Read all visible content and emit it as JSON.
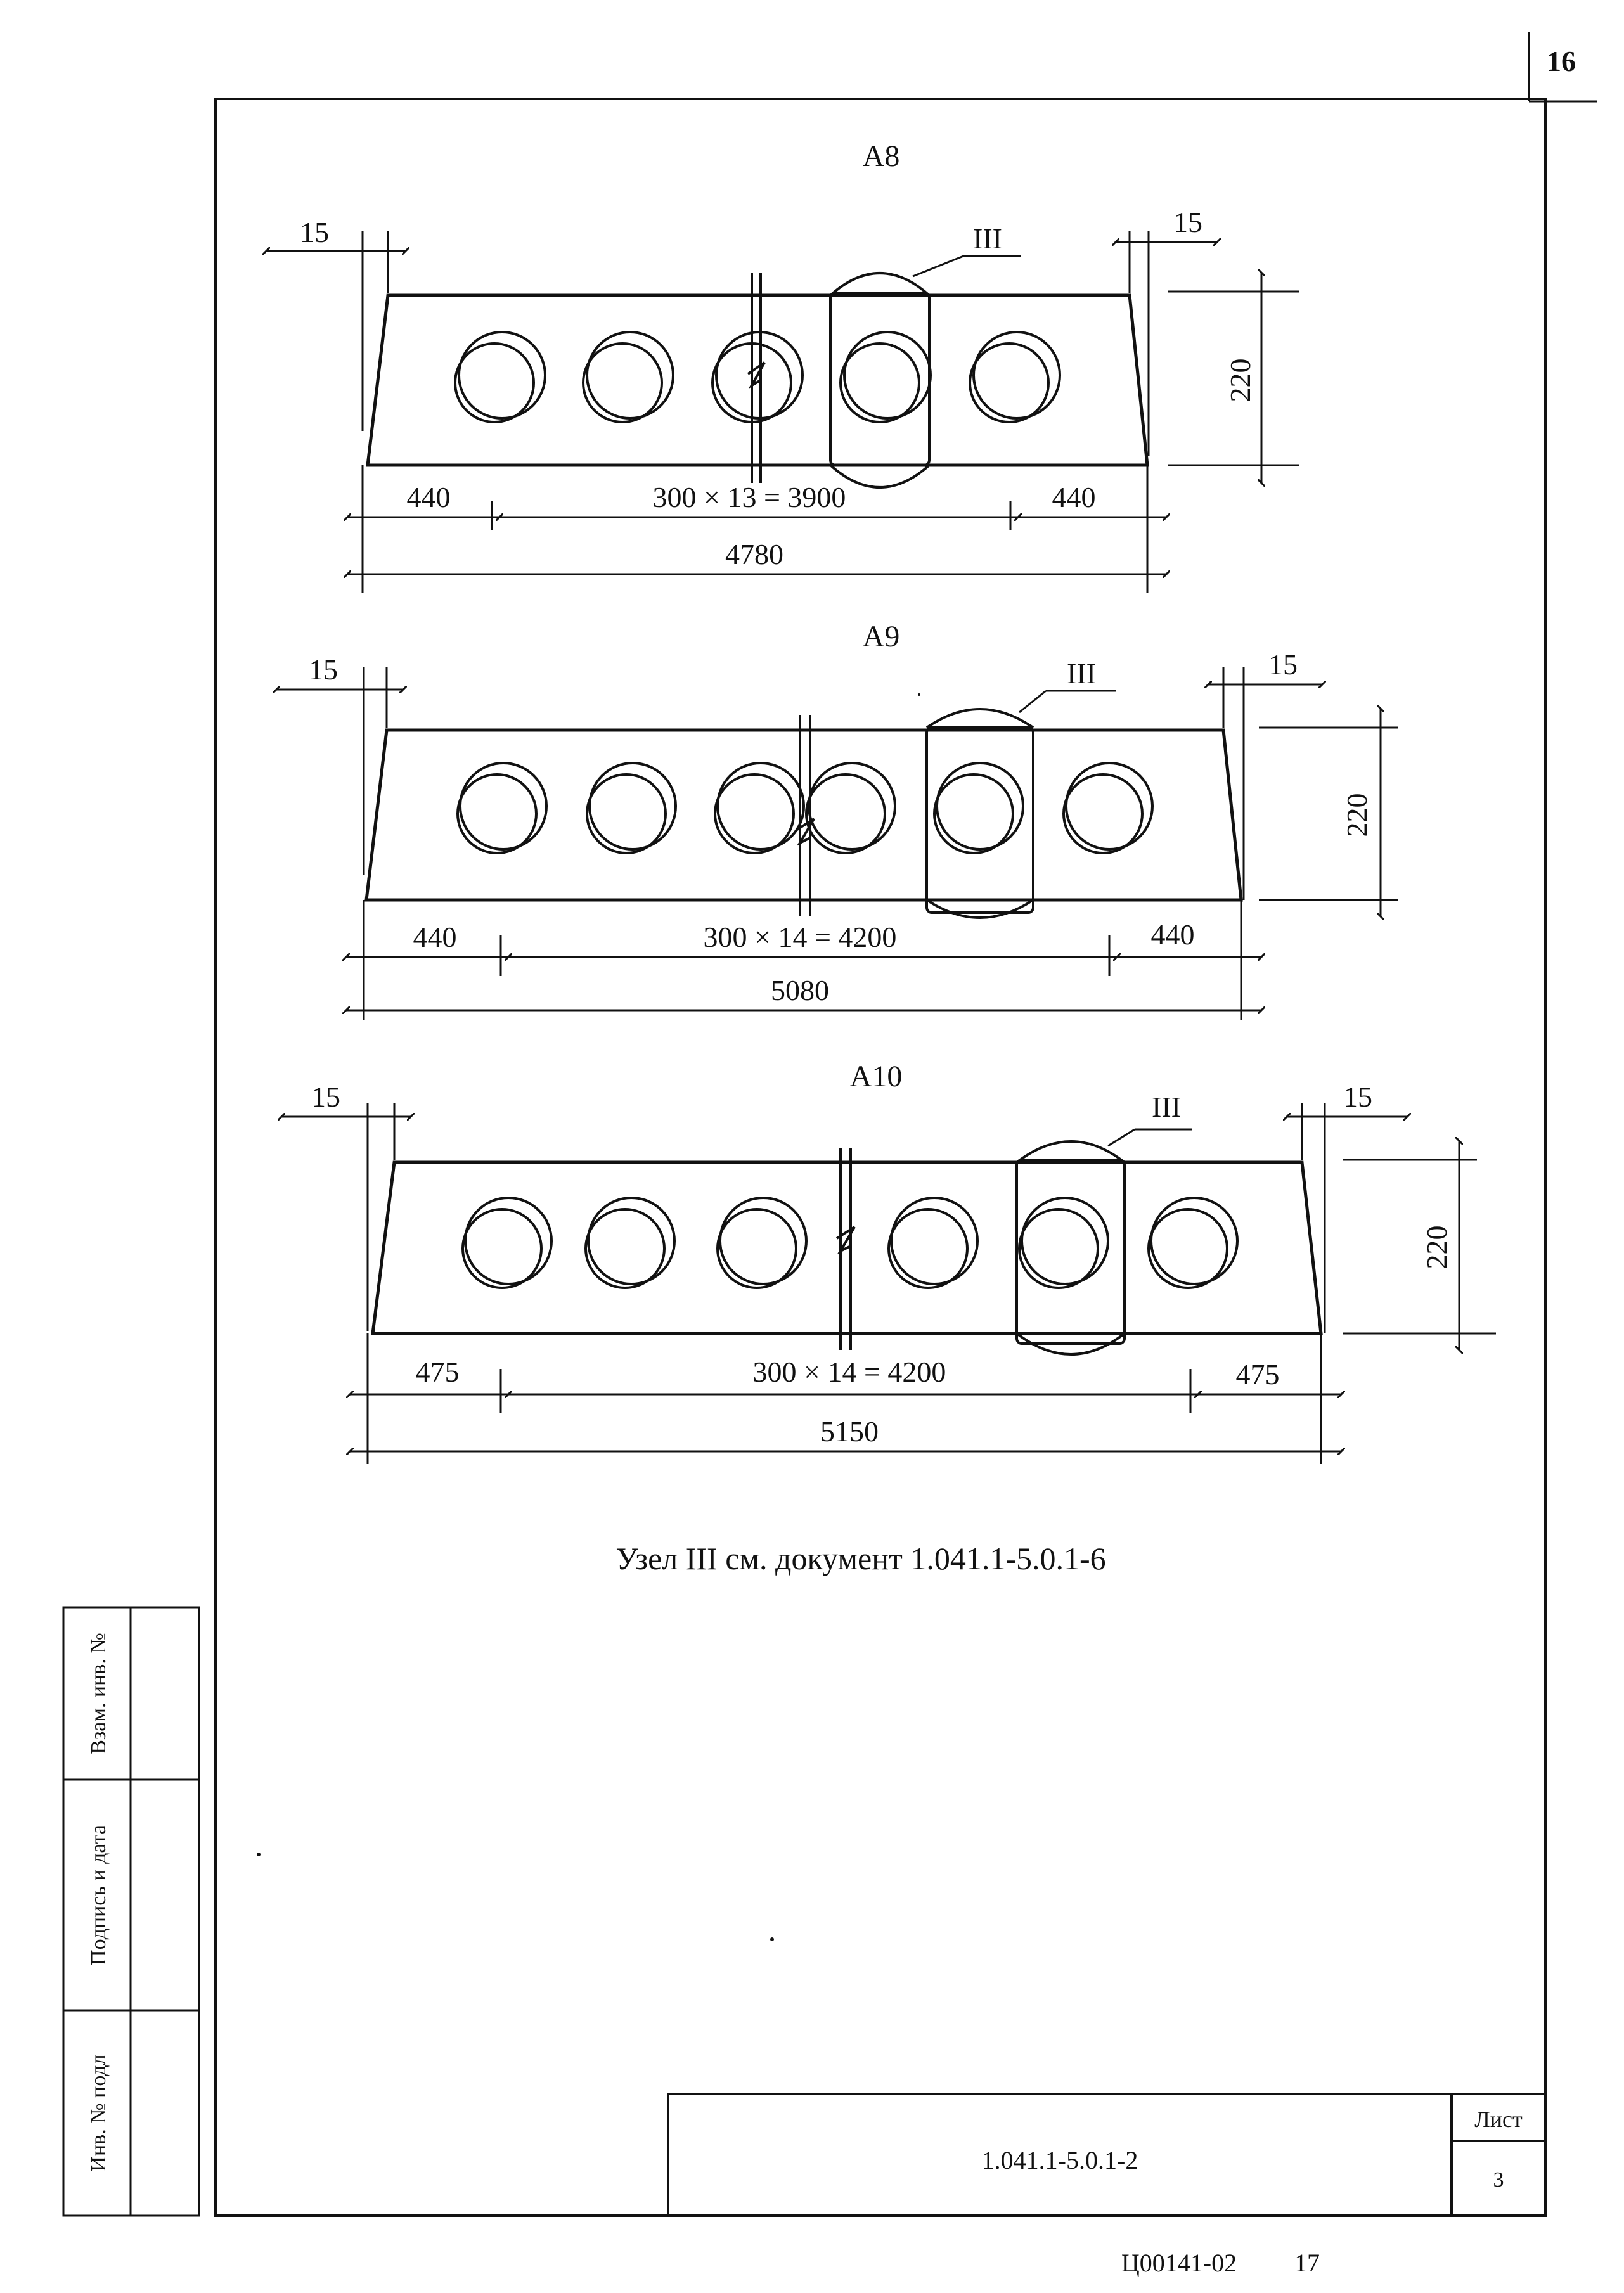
{
  "page_number": "16",
  "drawings": [
    {
      "title": "А8",
      "left_gap": "15",
      "right_gap": "15",
      "node": "III",
      "height": "220",
      "left_len": "440",
      "mid_formula": "300 × 13 = 3900",
      "right_len": "440",
      "total": "4780"
    },
    {
      "title": "А9",
      "left_gap": "15",
      "right_gap": "15",
      "node": "III",
      "height": "220",
      "left_len": "440",
      "mid_formula": "300 × 14 = 4200",
      "right_len": "440",
      "total": "5080"
    },
    {
      "title": "А10",
      "left_gap": "15",
      "right_gap": "15",
      "node": "III",
      "height": "220",
      "left_len": "475",
      "mid_formula": "300 × 14 = 4200",
      "right_len": "475",
      "total": "5150"
    }
  ],
  "note": "Узел III см. документ 1.041.1-5.0.1-6",
  "side_stamp": {
    "vzam_inv": "Взам. инв. №",
    "podpis_data": "Подпись и дата",
    "inv_podl": "Инв. № подл"
  },
  "title_block": {
    "doc_code": "1.041.1-5.0.1-2",
    "sheet_label": "Лист",
    "sheet_number": "3"
  },
  "footer": {
    "archive_code": "Ц00141-02",
    "page": "17"
  }
}
